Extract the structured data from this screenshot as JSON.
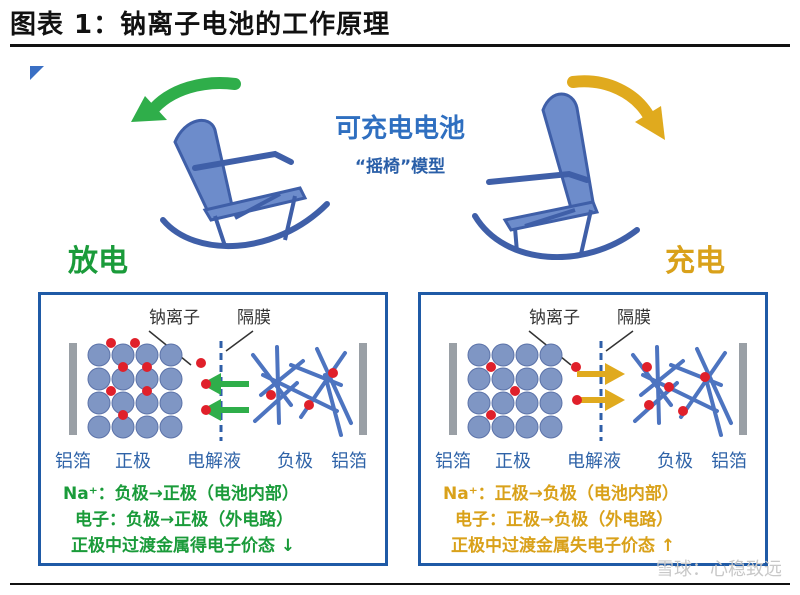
{
  "figure_title": "图表 1：钠离子电池的工作原理",
  "center": {
    "title": "可充电电池",
    "subtitle": "“摇椅”模型"
  },
  "discharge": {
    "title": "放电",
    "label_ion": "钠离子",
    "label_membrane": "隔膜",
    "bottom_labels": [
      "铝箔",
      "正极",
      "电解液",
      "负极",
      "铝箔"
    ],
    "notes": [
      "Na⁺：负极→正极（电池内部）",
      "电子：负极→正极（外电路）",
      "正极中过渡金属得电子价态 ↓"
    ],
    "color": "#1a9b3a"
  },
  "charge": {
    "title": "充电",
    "label_ion": "钠离子",
    "label_membrane": "隔膜",
    "bottom_labels": [
      "铝箔",
      "正极",
      "电解液",
      "负极",
      "铝箔"
    ],
    "notes": [
      "Na⁺：正极→负极（电池内部）",
      "电子：正极→负极（外电路）",
      "正极中过渡金属失电子价态 ↑"
    ],
    "color": "#d9a11a"
  },
  "watermark": "雪球：心稳致远",
  "colors": {
    "frame": "#1f5aa6",
    "sphere": "#7f96c4",
    "ion": "#e0202a",
    "chair": "#5b7fc2"
  }
}
